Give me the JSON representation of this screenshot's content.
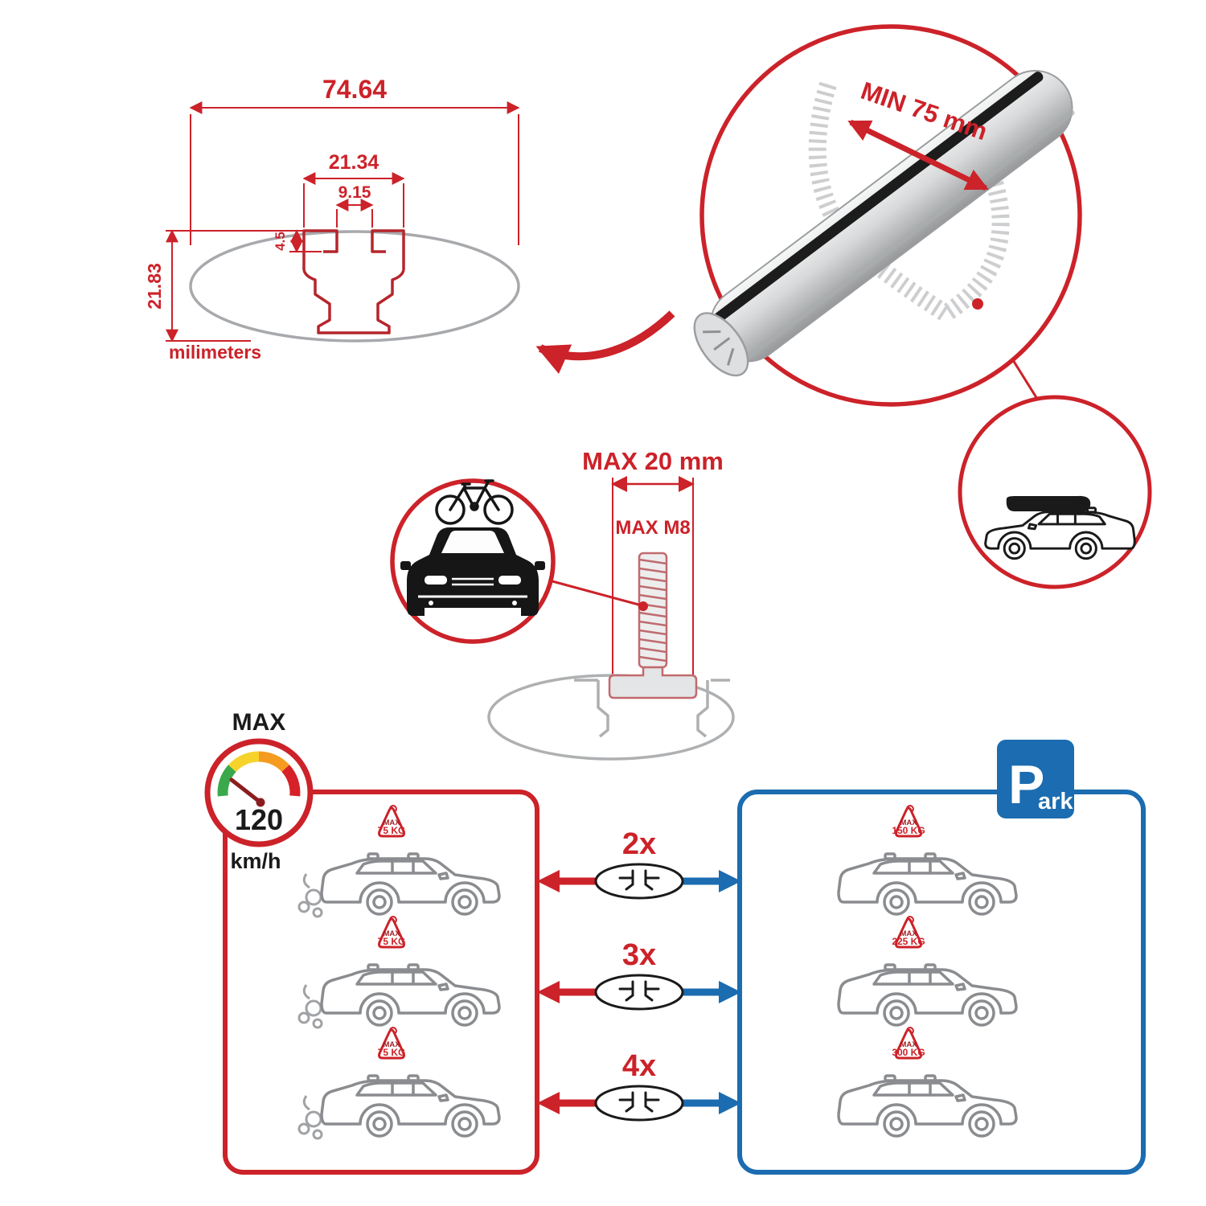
{
  "colors": {
    "accent_red": "#cc2229",
    "accent_blue": "#1b6cb0",
    "outline_grey": "#a7a9ac",
    "car_grey": "#8a8c8f",
    "ink_black": "#1a1a1a"
  },
  "cross_section": {
    "total_width": "74.64",
    "slot_outer_width": "21.34",
    "slot_opening_width": "9.15",
    "lip_depth": "4.5",
    "total_height": "21.83",
    "units": "milimeters"
  },
  "bar_render": {
    "min_span": "MIN 75 mm"
  },
  "mounting": {
    "max_clamp_width": "MAX 20 mm",
    "max_bolt": "MAX M8"
  },
  "speed_limit": {
    "title": "MAX",
    "value": "120",
    "unit": "km/h"
  },
  "park_sign": {
    "big_letter": "P",
    "small_letters": "ark"
  },
  "driving_cars": [
    {
      "tag_title": "MAX",
      "tag_value": "75 KG"
    },
    {
      "tag_title": "MAX",
      "tag_value": "75 KG"
    },
    {
      "tag_title": "MAX",
      "tag_value": "75 KG"
    }
  ],
  "parked_cars": [
    {
      "tag_title": "MAX",
      "tag_value": "150 KG"
    },
    {
      "tag_title": "MAX",
      "tag_value": "225 KG"
    },
    {
      "tag_title": "MAX",
      "tag_value": "300 KG"
    }
  ],
  "bar_options": [
    {
      "label": "2x"
    },
    {
      "label": "3x"
    },
    {
      "label": "4x"
    }
  ]
}
